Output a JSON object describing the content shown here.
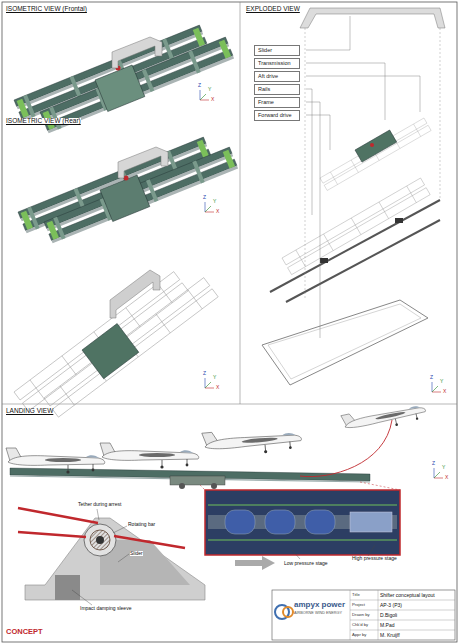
{
  "diagram": {
    "nodes": [
      {
        "text": [
          "Slider"
        ]
      },
      {
        "text": [
          "Transmission"
        ]
      },
      {
        "text": [
          "Aft drive"
        ]
      },
      {
        "text": [
          "Rails"
        ]
      },
      {
        "text": [
          "Frame"
        ]
      },
      {
        "text": [
          "Forward drive"
        ]
      }
    ],
    "labels": [
      "ISOMETRIC VIEW (Frontal)",
      "ISOMETRIC VIEW (Rear)",
      "EXPLODED VIEW",
      "LANDING VIEW",
      "Tether during arrest",
      "Rotating bar",
      "Slider",
      "Impact damping sleeve",
      "Low pressure stage",
      "High pressure stage",
      "CONCEPT",
      "Title",
      "Shifter conceptual layout",
      "Project",
      "AP-3 (P3)",
      "Drawn by",
      "D.Bigoli",
      "Chk'd by",
      "M.Pad",
      "Appr by",
      "M. Kruijff",
      "ampyx power",
      "AIRBORNE WIND ENERGY",
      "Z",
      "Y",
      "X",
      "Z",
      "Y",
      "X",
      "Z",
      "Y",
      "X",
      "Z",
      "Y",
      "X",
      "Z",
      "Y",
      "X"
    ]
  }
}
